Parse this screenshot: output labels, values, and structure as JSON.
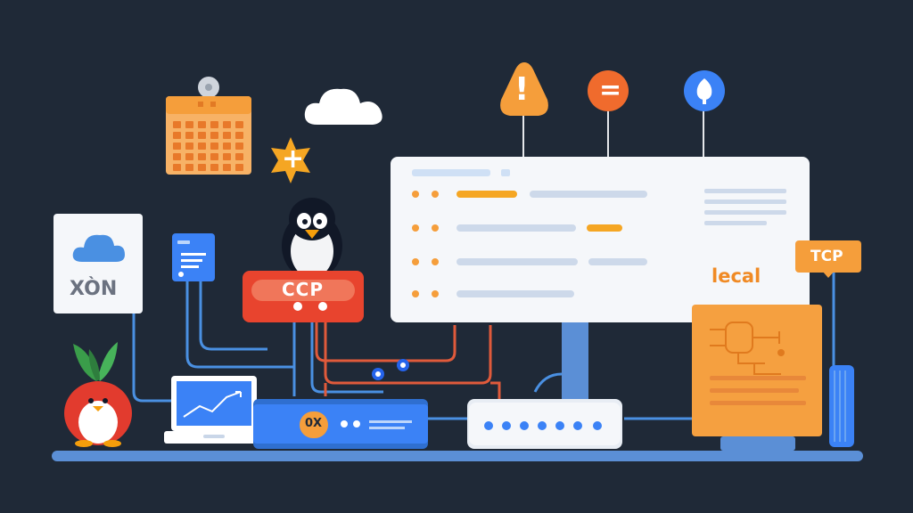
{
  "labels": {
    "xon_card": "XÒN",
    "ccp_badge": "CCP",
    "local_tag": "lecal",
    "tcp_tag": "TCP",
    "switch_label": "0X"
  },
  "alerts": {
    "warning": "!",
    "equals": "=",
    "plus": "+"
  },
  "colors": {
    "background": "#1f2937",
    "accent_orange": "#f59e3b",
    "accent_red": "#e8442e",
    "accent_blue": "#4a90e2",
    "panel_white": "#f5f7fa",
    "base_bar": "#5b8fd6"
  },
  "icons": [
    "calendar-icon",
    "cloud-icon",
    "star-badge-icon",
    "warning-icon",
    "equals-icon",
    "pin-icon",
    "penguin-icon",
    "document-icon",
    "laptop-icon",
    "router-icon",
    "circuit-icon",
    "cylinder-icon"
  ]
}
